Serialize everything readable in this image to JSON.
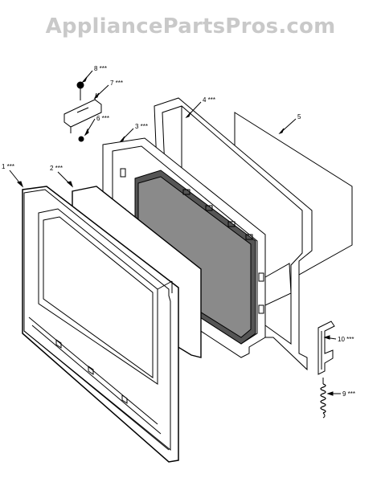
{
  "watermark": "AppliancePartsPros.com",
  "diagram": {
    "part_labels": [
      {
        "id": "1",
        "text": "1 ***"
      },
      {
        "id": "2",
        "text": "2 ***"
      },
      {
        "id": "3",
        "text": "3 ***"
      },
      {
        "id": "4",
        "text": "4 ***"
      },
      {
        "id": "5",
        "text": "5"
      },
      {
        "id": "6",
        "text": "6 ***"
      },
      {
        "id": "7",
        "text": "7 ***"
      },
      {
        "id": "8",
        "text": "8 ***"
      },
      {
        "id": "9",
        "text": "9 ***"
      },
      {
        "id": "10",
        "text": "10 ***"
      }
    ]
  },
  "colors": {
    "line": "#000000",
    "watermark": "#c9c9c9",
    "background": "#ffffff"
  }
}
